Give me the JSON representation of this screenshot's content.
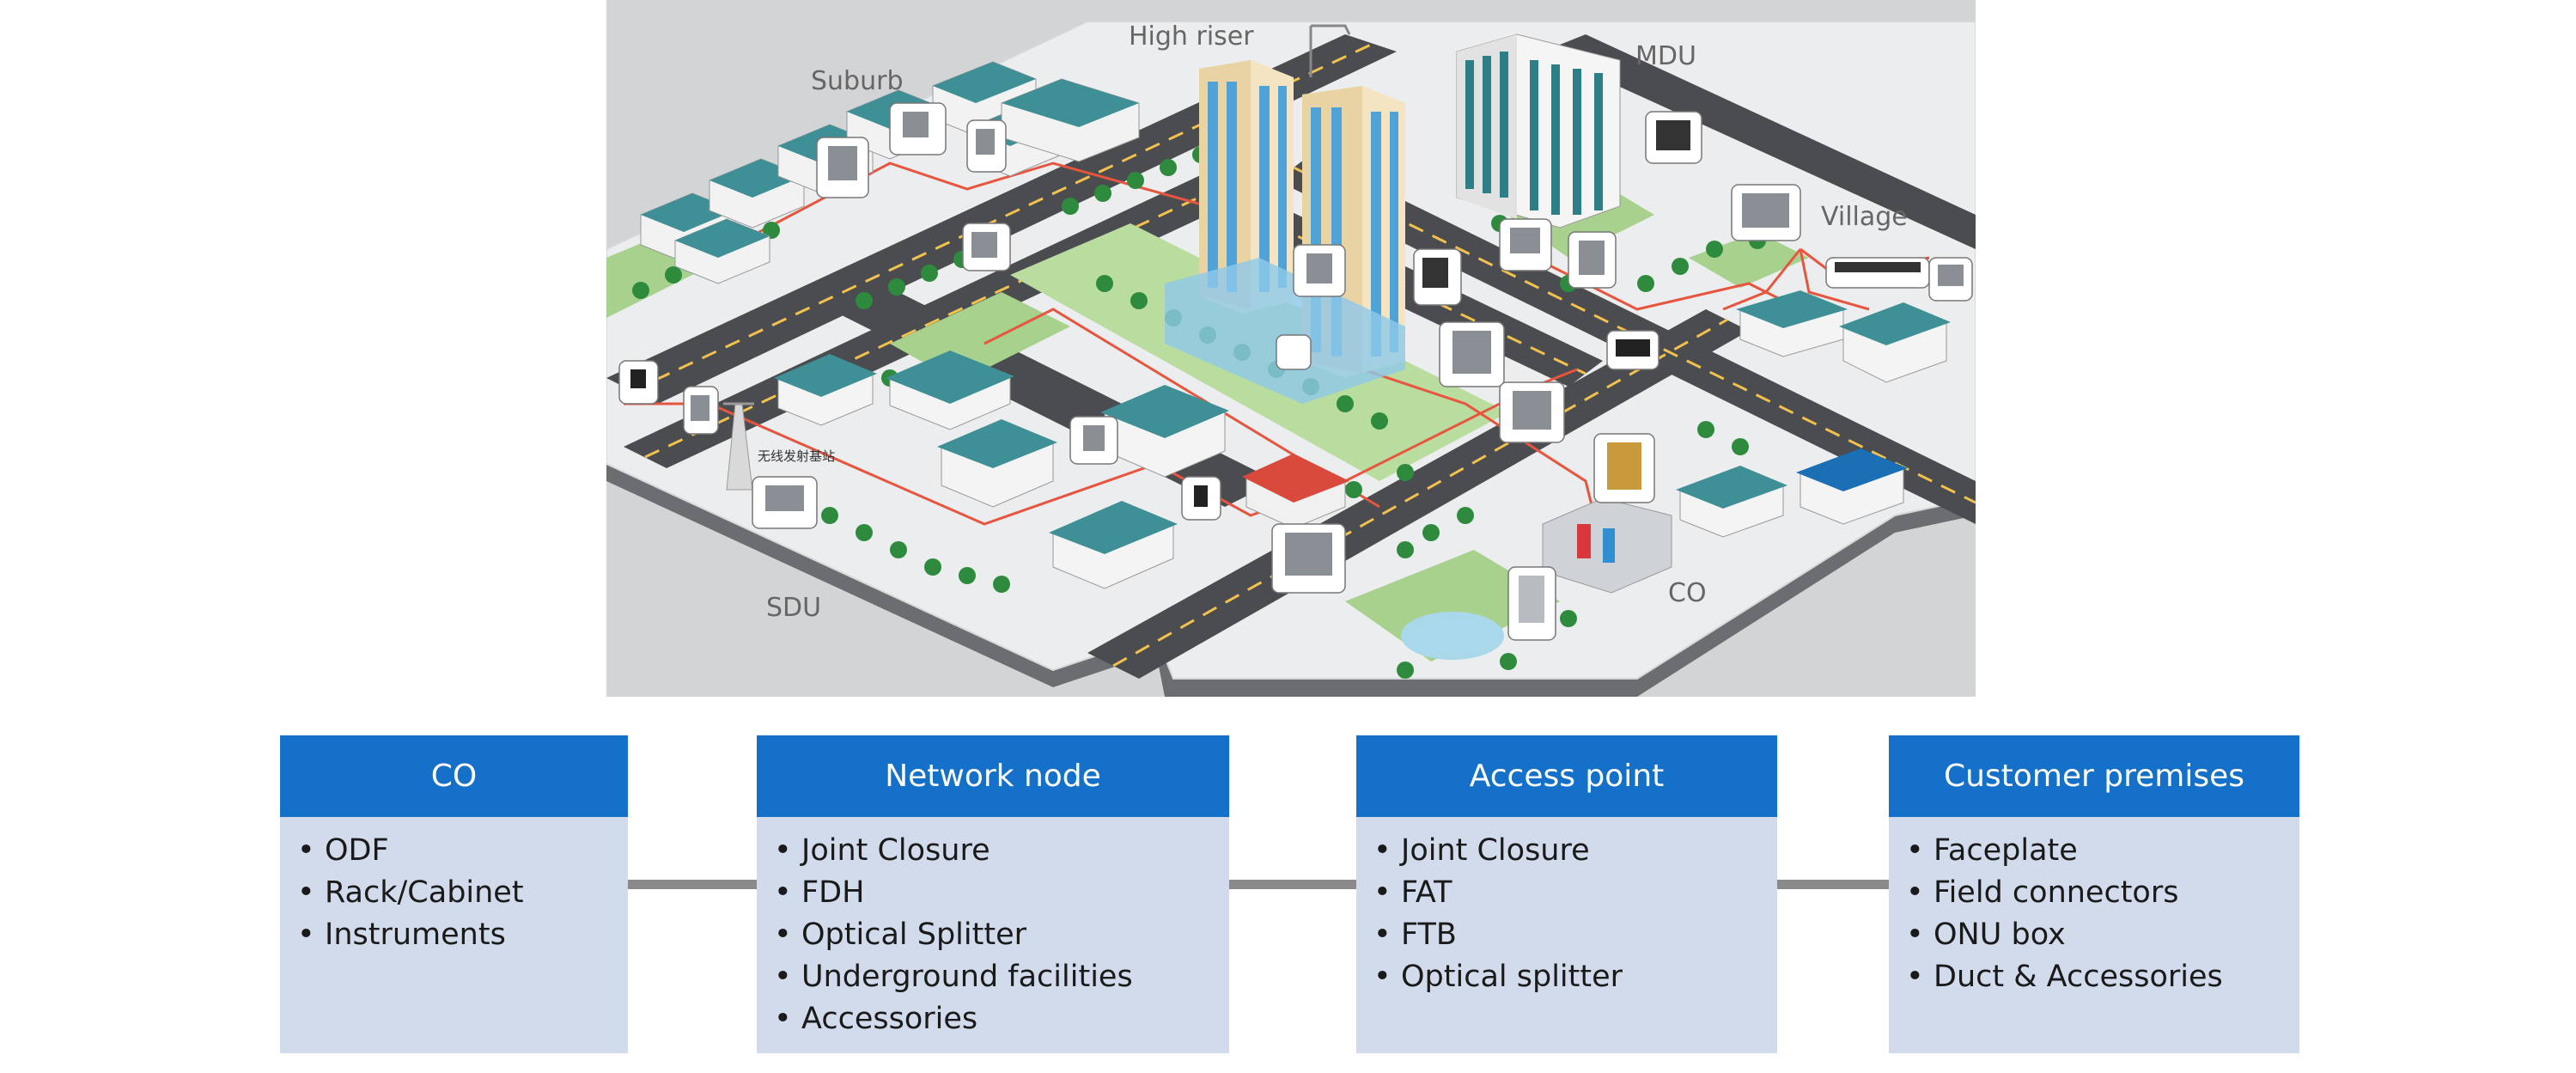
{
  "scene": {
    "labels": {
      "high_riser": "High riser",
      "mdu": "MDU",
      "suburb": "Suburb",
      "village": "Village",
      "sdu": "SDU",
      "co": "CO"
    },
    "chinese_label": "无线发射基站"
  },
  "stages": [
    {
      "title": "CO",
      "items": [
        "ODF",
        "Rack/Cabinet",
        "Instruments"
      ]
    },
    {
      "title": "Network node",
      "items": [
        "Joint Closure",
        "FDH",
        "Optical Splitter",
        "Underground facilities",
        "Accessories"
      ]
    },
    {
      "title": "Access point",
      "items": [
        "Joint Closure",
        "FAT",
        "FTB",
        "Optical splitter"
      ]
    },
    {
      "title": "Customer premises",
      "items": [
        "Faceplate",
        "Field connectors",
        "ONU box",
        "Duct & Accessories"
      ]
    }
  ],
  "colors": {
    "header_blue": "#1470c8",
    "box_fill": "#d1dbec",
    "connector_gray": "#8a8a8a",
    "fiber_red": "#e8553f"
  }
}
